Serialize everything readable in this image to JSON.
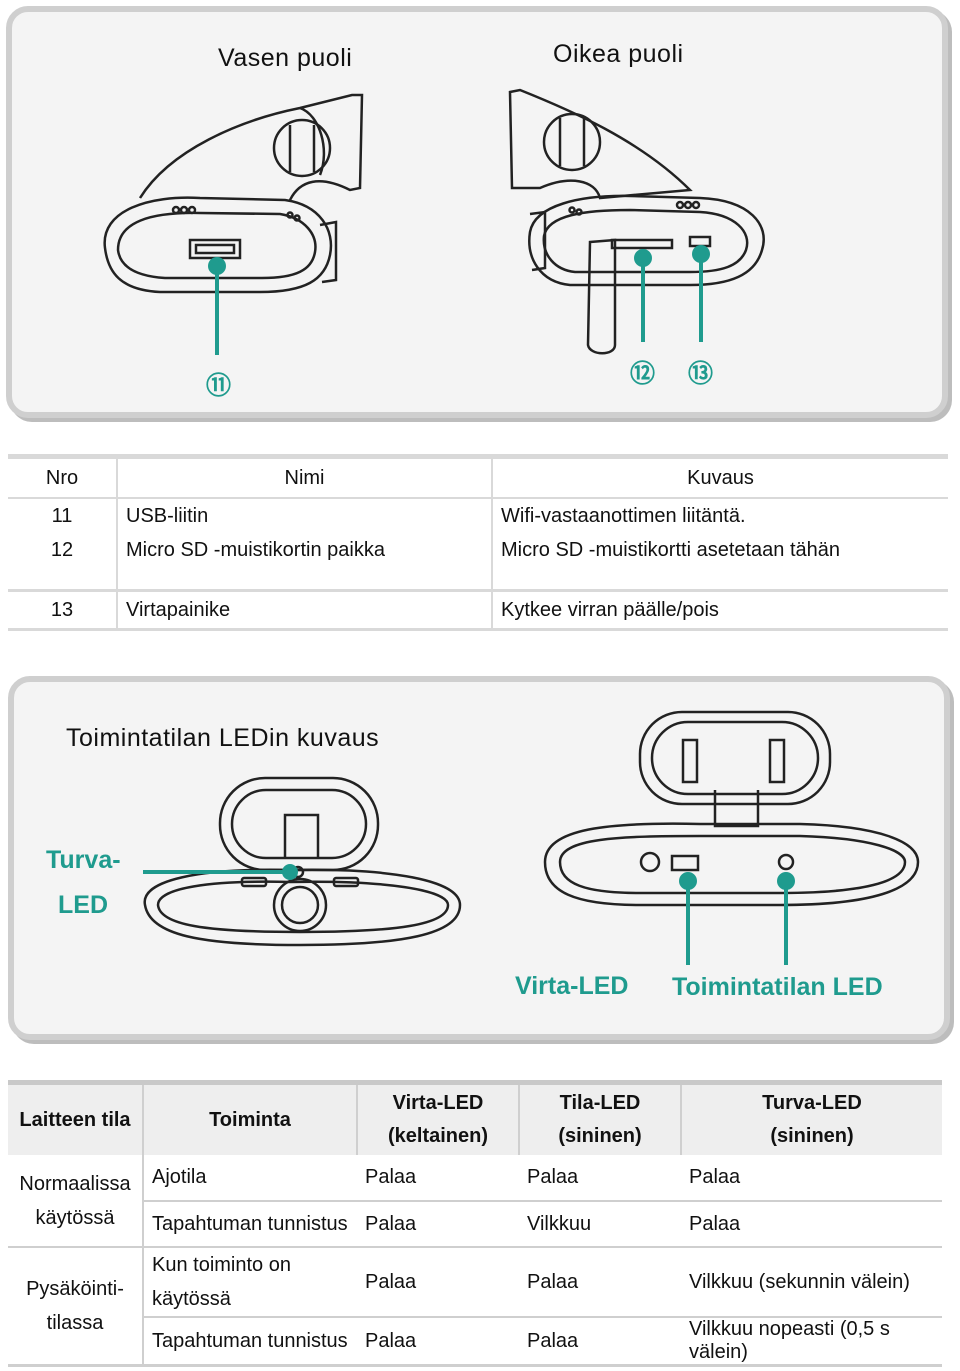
{
  "panel1": {
    "left_title": "Vasen  puoli",
    "right_title": "Oikea  puoli",
    "callouts": [
      "⑪",
      "⑫",
      "⑬"
    ]
  },
  "table1": {
    "headers": [
      "Nro",
      "Nimi",
      "Kuvaus"
    ],
    "rows": [
      {
        "nro": "11",
        "nimi": "USB-liitin",
        "kuvaus": "Wifi-vastaanottimen liitäntä."
      },
      {
        "nro": "12",
        "nimi": "Micro SD -muistikortin paikka",
        "kuvaus": "Micro SD -muistikortti asetetaan tähän"
      },
      {
        "nro": "13",
        "nimi": "Virtapainike",
        "kuvaus": "Kytkee virran päälle/pois"
      }
    ]
  },
  "panel2": {
    "title": "Toimintatilan  LEDin  kuvaus",
    "turva_label_1": "Turva-",
    "turva_label_2": "LED",
    "virta_label": "Virta-LED",
    "toiminta_label": "Toimintatilan  LED",
    "accent_color": "#1f9b8e"
  },
  "table2": {
    "headers": {
      "state": "Laitteen tila",
      "action": "Toiminta",
      "virta_1": "Virta-LED",
      "virta_2": "(keltainen)",
      "tila_1": "Tila-LED",
      "tila_2": "(sininen)",
      "turva_1": "Turva-LED",
      "turva_2": "(sininen)"
    },
    "groups": [
      {
        "state_1": "Normaalissa",
        "state_2": "käytössä",
        "rows": [
          {
            "action": "Ajotila",
            "virta": "Palaa",
            "tila": "Palaa",
            "turva": "Palaa"
          },
          {
            "action": "Tapahtuman tunnistus",
            "virta": "Palaa",
            "tila": "Vilkkuu",
            "turva": "Palaa"
          }
        ]
      },
      {
        "state_1": "Pysäköinti-",
        "state_2": "tilassa",
        "rows": [
          {
            "action_1": "Kun toiminto on",
            "action_2": "käytössä",
            "virta": "Palaa",
            "tila": "Palaa",
            "turva": "Vilkkuu (sekunnin välein)"
          },
          {
            "action": "Tapahtuman tunnistus",
            "virta": "Palaa",
            "tila": "Palaa",
            "turva": "Vilkkuu nopeasti (0,5 s välein)"
          }
        ]
      }
    ]
  }
}
